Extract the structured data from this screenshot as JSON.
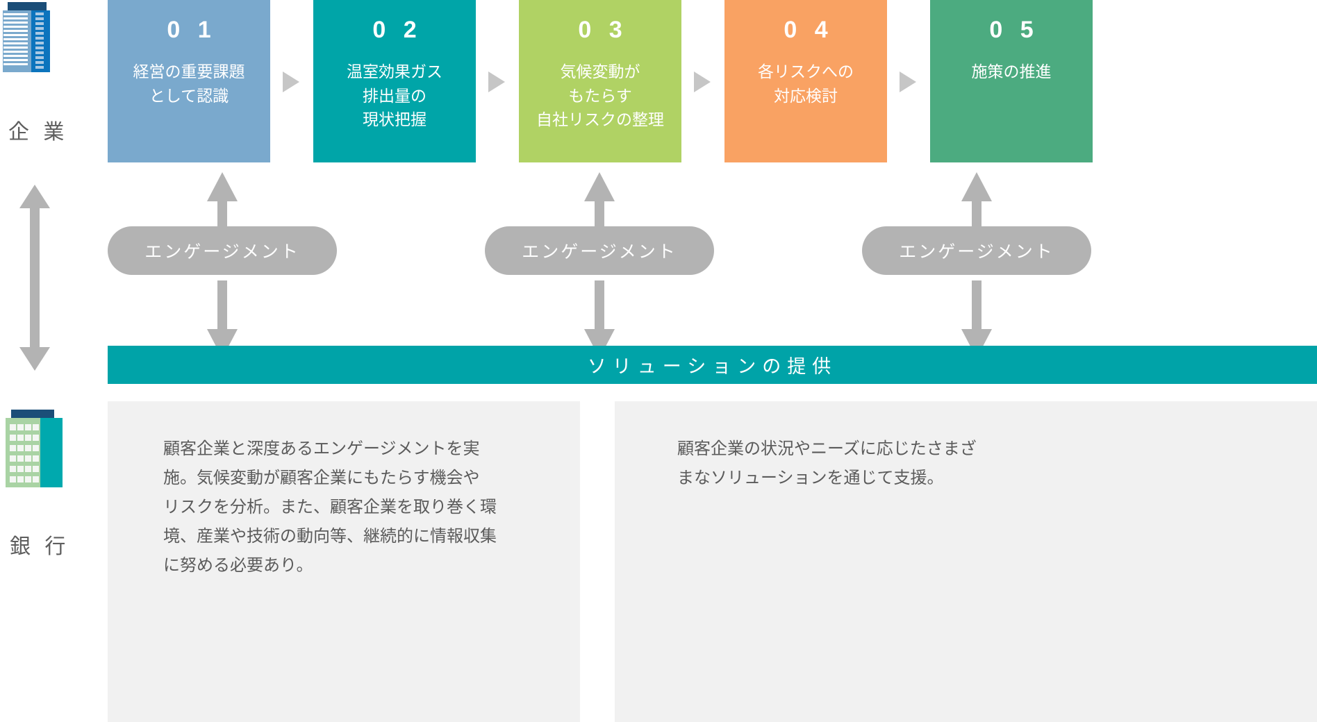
{
  "colors": {
    "step1": "#7aa9cd",
    "step2": "#00a5a8",
    "step3": "#b0d264",
    "step4": "#f9a263",
    "step5": "#4cab80",
    "caret": "#c6c6c6",
    "arrow": "#b3b3b3",
    "pill": "#b3b3b3",
    "solution_bar": "#00a3a8",
    "note_bg": "#f1f1f1",
    "text_gray": "#5b5b5b",
    "icon_cap": "#1b4e78",
    "company_left": "#7aa9cd",
    "company_right": "#0c74bd",
    "bank_left": "#a9d3a4",
    "bank_right": "#00a9ae"
  },
  "rail": {
    "company": {
      "label": "企 業",
      "icon": "company-building-icon"
    },
    "bank": {
      "label": "銀 行",
      "icon": "bank-building-icon"
    },
    "vertical_arrow": "double-headed-vertical-arrow"
  },
  "steps": [
    {
      "number": "0 1",
      "label": "経営の重要課題\nとして認識",
      "color": "#7aa9cd"
    },
    {
      "number": "0 2",
      "label": "温室効果ガス\n排出量の\n現状把握",
      "color": "#00a5a8"
    },
    {
      "number": "0 3",
      "label": "気候変動が\nもたらす\n自社リスクの整理",
      "color": "#b0d264"
    },
    {
      "number": "0 4",
      "label": "各リスクへの\n対応検討",
      "color": "#f9a263"
    },
    {
      "number": "0 5",
      "label": "施策の推進",
      "color": "#4cab80"
    }
  ],
  "engagements": [
    {
      "label": "エンゲージメント"
    },
    {
      "label": "エンゲージメント"
    },
    {
      "label": "エンゲージメント"
    }
  ],
  "solution_bar": {
    "label": "ソリューションの提供"
  },
  "notes": [
    {
      "text": "顧客企業と深度あるエンゲージメントを実\n施。気候変動が顧客企業にもたらす機会や\nリスクを分析。また、顧客企業を取り巻く環\n境、産業や技術の動向等、継続的に情報収集\nに努める必要あり。"
    },
    {
      "text": "顧客企業の状況やニーズに応じたさまざ\nまなソリューションを通じて支援。"
    }
  ]
}
